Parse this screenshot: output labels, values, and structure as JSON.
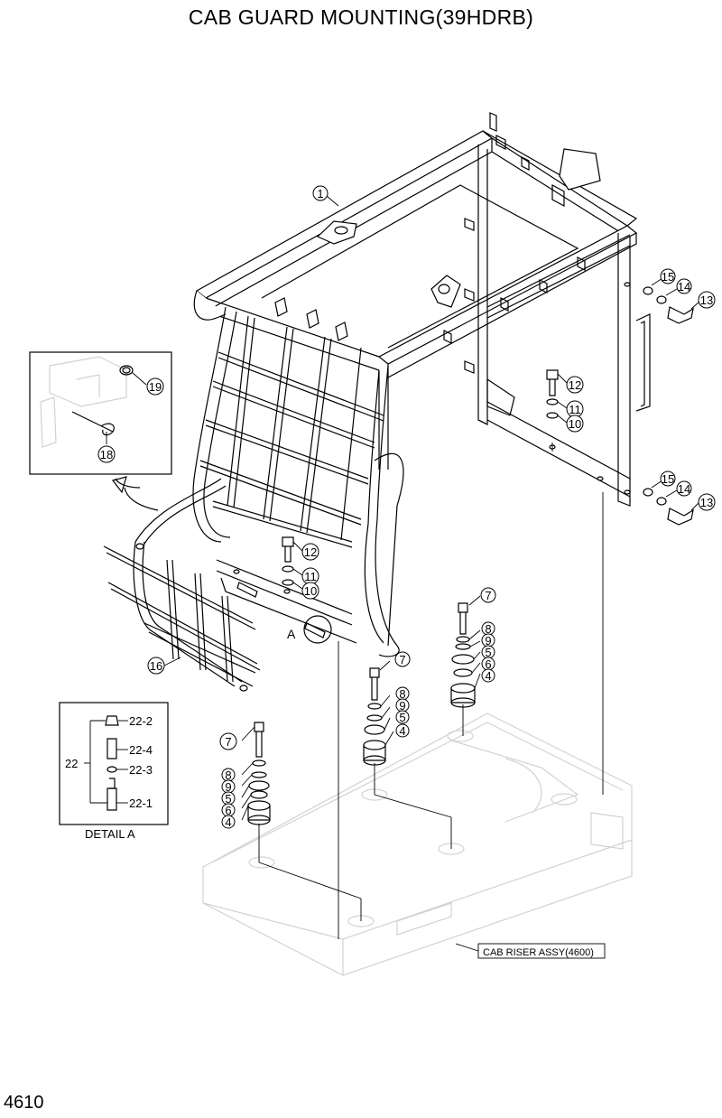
{
  "title": "CAB GUARD MOUNTING(39HDRB)",
  "page_number": "4610",
  "callouts": {
    "c1": "1",
    "c4a": "4",
    "c4b": "4",
    "c4c": "4",
    "c5a": "5",
    "c5b": "5",
    "c5c": "5",
    "c6a": "6",
    "c6c": "6",
    "c7a": "7",
    "c7b": "7",
    "c7c": "7",
    "c8a": "8",
    "c8b": "8",
    "c8c": "8",
    "c9a": "9",
    "c9b": "9",
    "c9c": "9",
    "c10a": "10",
    "c10b": "10",
    "c11a": "11",
    "c11b": "11",
    "c12a": "12",
    "c12b": "12",
    "c13a": "13",
    "c13b": "13",
    "c14a": "14",
    "c14b": "14",
    "c15a": "15",
    "c15b": "15",
    "c16": "16",
    "c18": "18",
    "c19": "19"
  },
  "detail_a": {
    "caption": "DETAIL A",
    "parent": "22",
    "items": [
      "22-2",
      "22-4",
      "22-3",
      "22-1"
    ]
  },
  "marker_a": "A",
  "cab_riser_label": "CAB RISER ASSY(4600)"
}
